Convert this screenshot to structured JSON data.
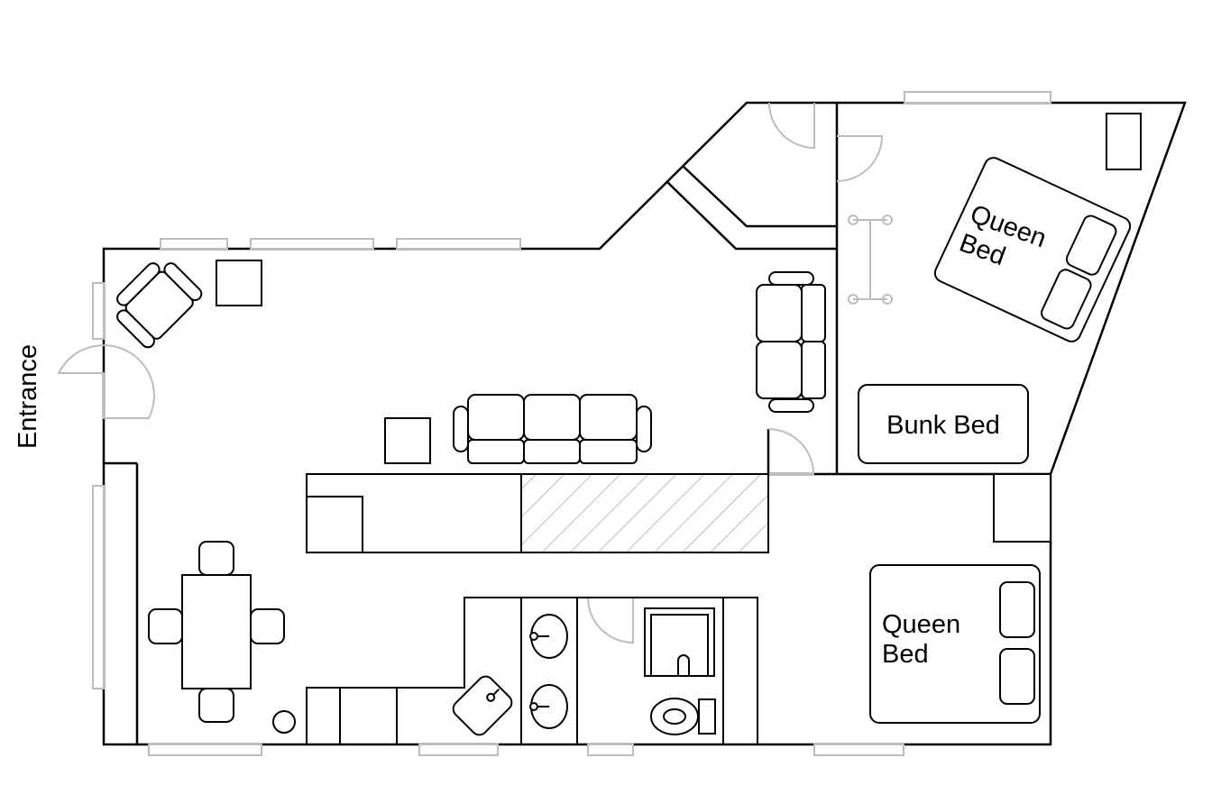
{
  "labels": {
    "entrance": "Entrance",
    "bed_upper_line1": "Queen",
    "bed_upper_line2": "Bed",
    "bunk": "Bunk Bed",
    "bed_lower_line1": "Queen",
    "bed_lower_line2": "Bed"
  },
  "colors": {
    "wall": "#000000",
    "fixture": "#bdbdbd",
    "background": "#ffffff"
  }
}
